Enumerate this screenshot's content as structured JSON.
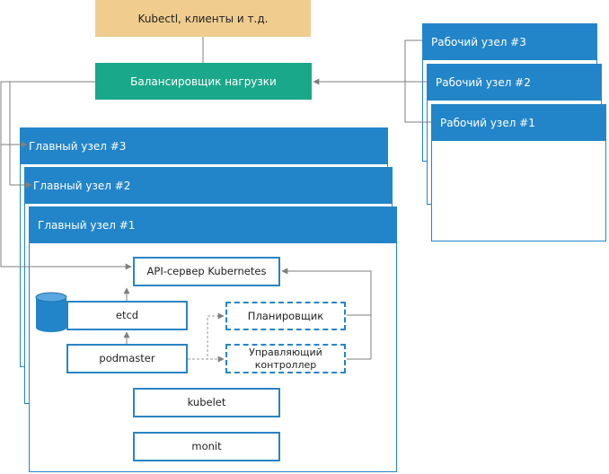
{
  "clients": {
    "label": "Kubectl, клиенты и т.д."
  },
  "load_balancer": {
    "label": "Балансировщик нагрузки"
  },
  "worker_nodes": [
    {
      "label": "Рабочий узел #3"
    },
    {
      "label": "Рабочий узел #2"
    },
    {
      "label": "Рабочий узел #1"
    }
  ],
  "master_nodes": [
    {
      "label": "Главный узел #3"
    },
    {
      "label": "Главный узел #2"
    },
    {
      "label": "Главный узел #1"
    }
  ],
  "components": {
    "api_server": "API-сервер Kubernetes",
    "etcd": "etcd",
    "podmaster": "podmaster",
    "scheduler": "Планировщик",
    "controller_manager": "Управляющий контроллер",
    "kubelet": "kubelet",
    "monit": "monit"
  },
  "colors": {
    "node_blue": "#2385c9",
    "load_balancer_green": "#1aa88a",
    "clients_orange": "#f0cd8e",
    "connector_gray": "#7f7f7f"
  },
  "icons": {
    "etcd": "database-cylinder-icon"
  }
}
